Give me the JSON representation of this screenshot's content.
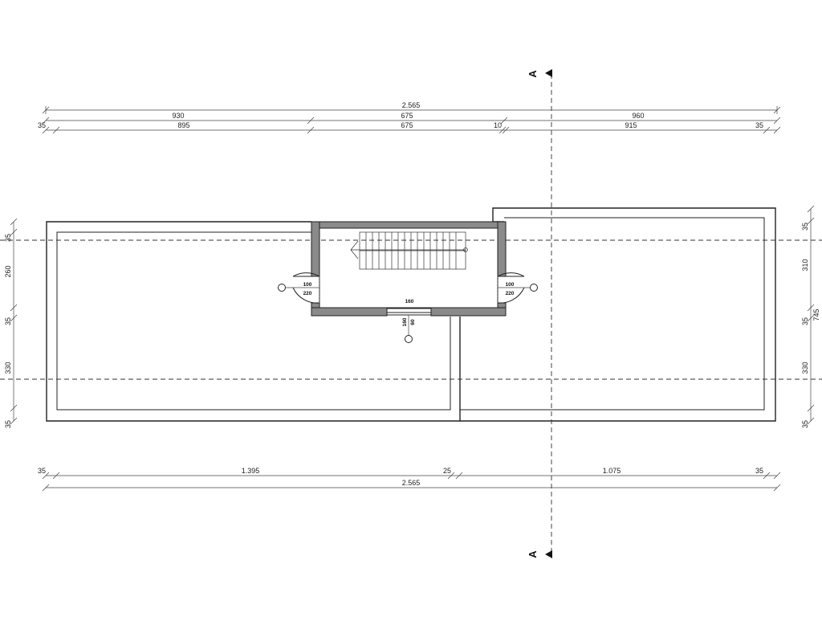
{
  "section_label": "A",
  "dims_top": {
    "overall": "2.565",
    "row2": [
      "930",
      "675",
      "960"
    ],
    "row3": [
      "35",
      "895",
      "675",
      "10",
      "915",
      "35"
    ]
  },
  "dims_bottom": {
    "row1": [
      "35",
      "1.395",
      "25",
      "1.075",
      "35"
    ],
    "overall": "2.565"
  },
  "dims_left": [
    "35",
    "260",
    "35",
    "330",
    "35"
  ],
  "dims_right": [
    "35",
    "310",
    "35",
    "330",
    "35"
  ],
  "dims_right_total": "745",
  "openings": {
    "left_window": [
      "100",
      "220"
    ],
    "right_window": [
      "100",
      "220"
    ],
    "bottom_opening_width": "160",
    "bottom_pair": [
      "160",
      "60"
    ]
  }
}
